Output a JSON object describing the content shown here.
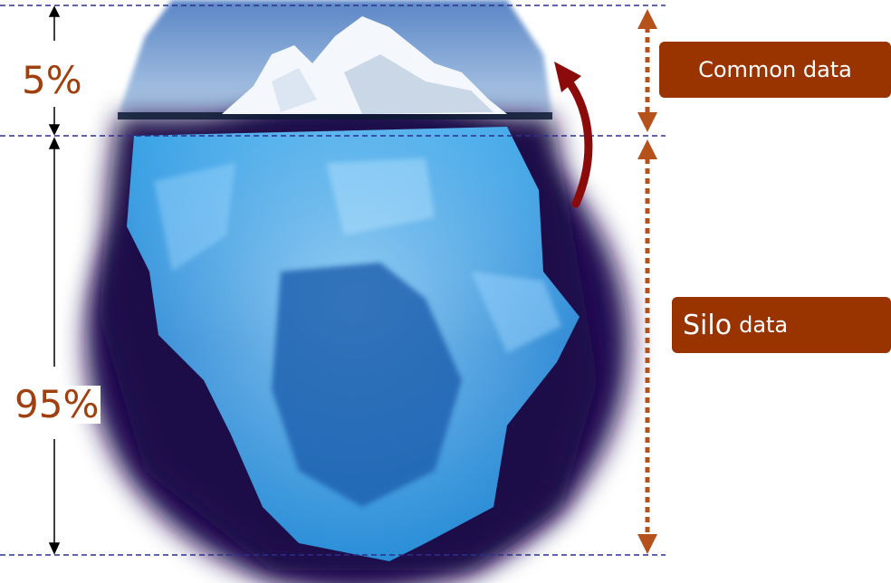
{
  "labels": {
    "above_percent": "5%",
    "below_percent": "95%",
    "common_tag": "Common data",
    "silo_tag_word": "Silo",
    "silo_tag_rest": "data"
  },
  "colors": {
    "accent_text": "#a0400e",
    "tag_bg": "#993300",
    "curved_arrow": "#8b0b0b",
    "guide_line": "#2b2f8f",
    "dotted_arrow": "#b5521c"
  },
  "icons": {
    "iceberg": "iceberg-image",
    "curved_arrow": "curved-arrow-up-icon"
  }
}
